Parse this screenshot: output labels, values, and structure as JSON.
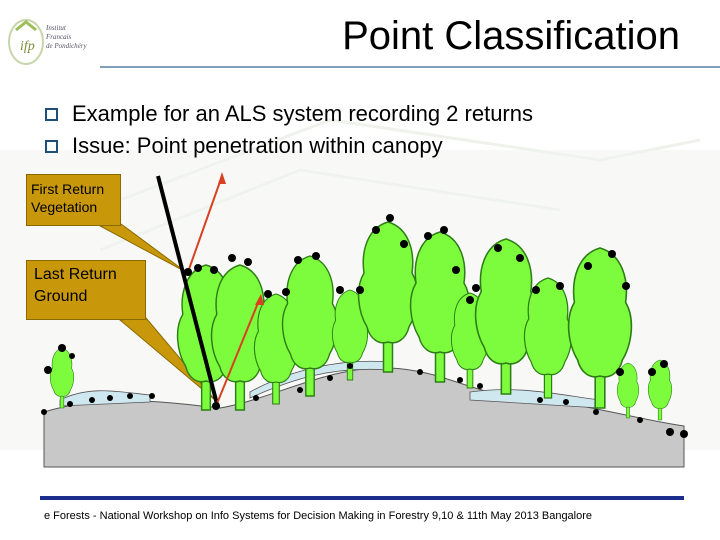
{
  "slide": {
    "title": "Point Classification",
    "bullets": [
      "Example for an ALS system recording 2 returns",
      "Issue: Point penetration within canopy"
    ],
    "callouts": {
      "first_return": [
        "First Return",
        "Vegetation"
      ],
      "last_return": [
        "Last Return",
        "Ground"
      ]
    },
    "footer": "e Forests - National Workshop on Info Systems for Decision Making in Forestry 9,10 & 11th May 2013 Bangalore",
    "logo_text": [
      "Institut",
      "Francais",
      "de Pondichéry",
      "ifp"
    ]
  },
  "colors": {
    "tree_fill": "#7CFC3C",
    "tree_stroke": "#2e7d16",
    "ground_fill": "#c8c8c8",
    "shrub_fill": "#cfe8f0",
    "callout_fill": "#c9980a",
    "laser_red": "#d94020",
    "point_black": "#000000",
    "rule_blue": "#1a2d8c"
  }
}
